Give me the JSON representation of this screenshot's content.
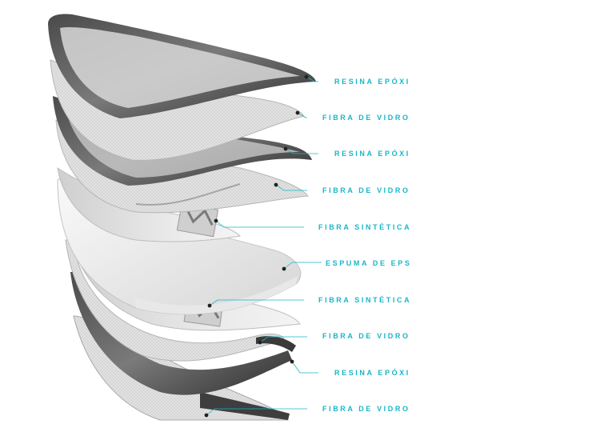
{
  "colors": {
    "accent": "#17b6c9",
    "dark_layer": "#3c3c3c",
    "glass_layer": "#e2e2e2",
    "foam_layer": "#f2f2f2"
  },
  "layers": [
    {
      "label": "RESINA EPÓXI"
    },
    {
      "label": "FIBRA DE VIDRO"
    },
    {
      "label": "RESINA EPÓXI"
    },
    {
      "label": "FIBRA DE VIDRO"
    },
    {
      "label": "FIBRA SINTÉTICA"
    },
    {
      "label": "ESPUMA DE EPS"
    },
    {
      "label": "FIBRA SINTÉTICA"
    },
    {
      "label": "FIBRA DE VIDRO"
    },
    {
      "label": "RESINA EPÓXI"
    },
    {
      "label": "FIBRA DE VIDRO"
    }
  ]
}
